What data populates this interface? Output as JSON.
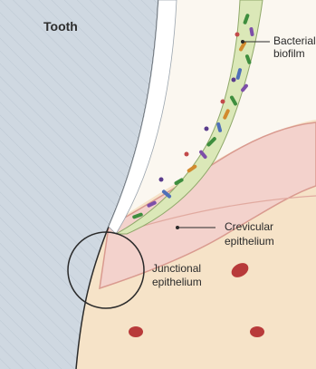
{
  "diagram": {
    "title": "Tooth",
    "labels": {
      "biofilm_line1": "Bacterial",
      "biofilm_line2": "biofilm",
      "crevicular_line1": "Crevicular",
      "crevicular_line2": "epithelium",
      "junctional_line1": "Junctional",
      "junctional_line2": "epithelium"
    }
  },
  "colors": {
    "tooth": "#cfd8e1",
    "tooth_hatch": "#b8c4cf",
    "enamel_edge": "#2a2a2a",
    "biofilm": "#dbe8b8",
    "gingiva": "#f3d2cc",
    "gingiva_edge": "#d99a8f",
    "connective": "#f6e3c8",
    "cells": "#b83a3a"
  }
}
